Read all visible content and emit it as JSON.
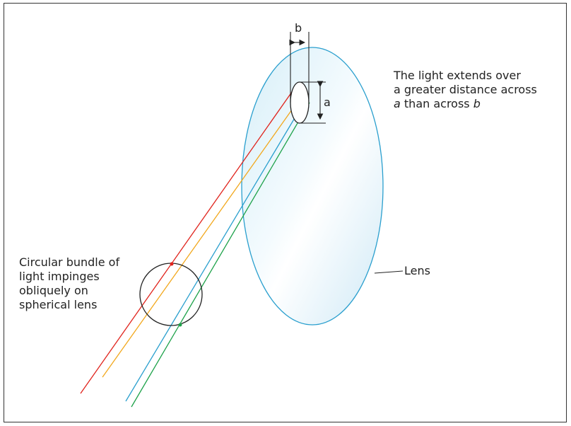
{
  "labels": {
    "note_line1": "The light extends over",
    "note_line2": "a greater distance across",
    "note_line3_a": "a",
    "note_line3_mid": " than across ",
    "note_line3_b": "b",
    "bundle_line1": "Circular bundle of",
    "bundle_line2": "light impinges",
    "bundle_line3": "obliquely on",
    "bundle_line4": "spherical lens",
    "lens": "Lens",
    "dim_a": "a",
    "dim_b": "b"
  },
  "colors": {
    "lens_stroke": "#2a9fce",
    "lens_fill": "#e6f4fb",
    "ray_red": "#e0231c",
    "ray_orange": "#f2a81d",
    "ray_blue": "#2a9fce",
    "ray_green": "#1ea24a",
    "outline": "#222222"
  }
}
